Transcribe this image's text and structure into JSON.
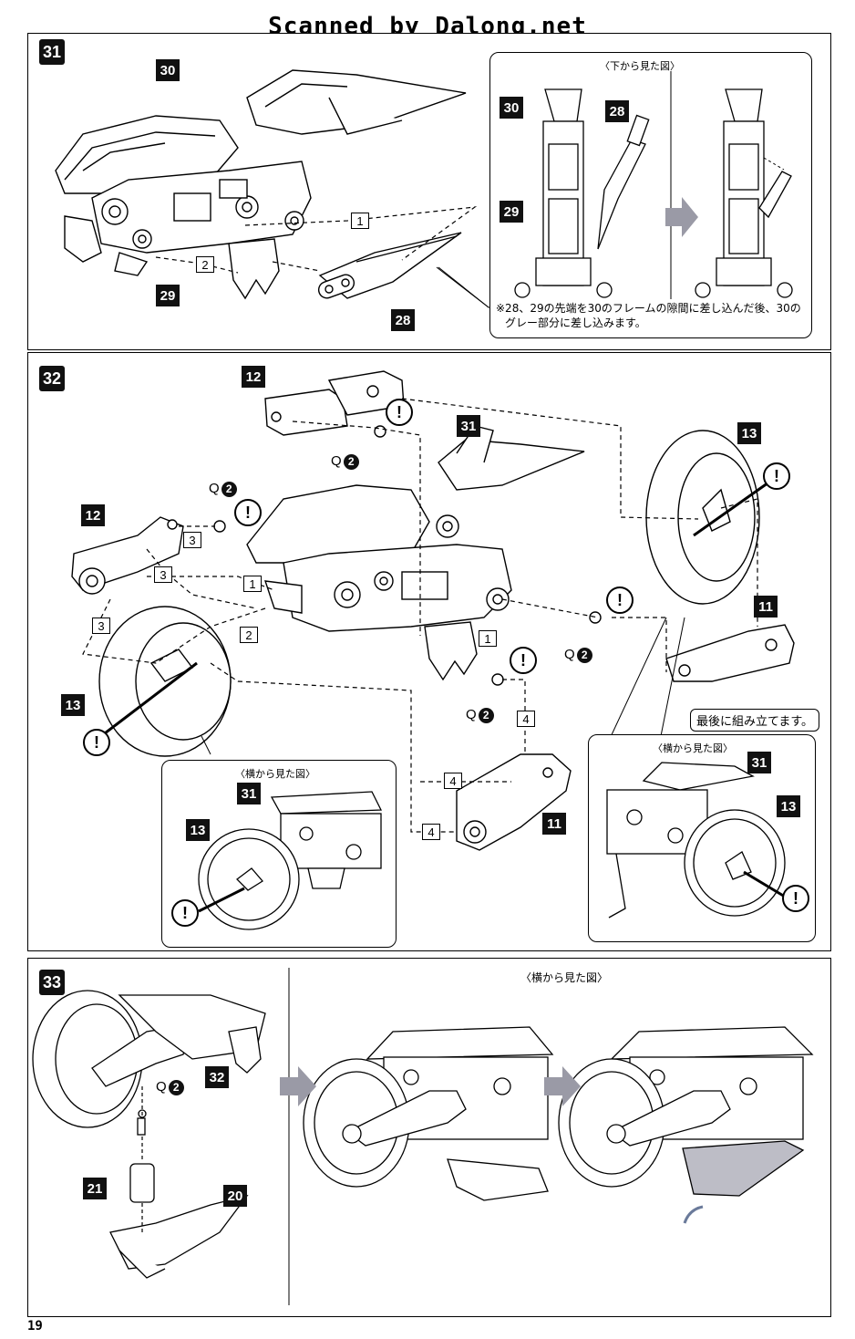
{
  "watermark": "Scanned by Dalong.net",
  "page_number": "19",
  "steps": {
    "s31": {
      "number": "31",
      "parts": {
        "p30": "30",
        "p29": "29",
        "p28": "28"
      },
      "boxes": {
        "b1": "1",
        "b2": "2"
      },
      "inset": {
        "caption": "〈下から見た図〉",
        "parts": {
          "p30": "30",
          "p28": "28",
          "p29": "29"
        },
        "note_line1": "※28、29の先端を30のフレームの隙間に差し込んだ後、30の",
        "note_line2": "グレー部分に差し込みます。"
      }
    },
    "s32": {
      "number": "32",
      "parts": {
        "p12a": "12",
        "p12b": "12",
        "p31": "31",
        "p13a": "13",
        "p13b": "13",
        "p11a": "11",
        "p11b": "11"
      },
      "q_label": "Q",
      "q_num": "2",
      "boxes": {
        "b3": "3",
        "b1": "1",
        "b2": "2",
        "b4": "4"
      },
      "excl": "!",
      "last_assemble": "最後に組み立てます。",
      "inset_left": {
        "caption": "〈横から見た図〉",
        "p31": "31",
        "p13": "13"
      },
      "inset_right": {
        "caption": "〈横から見た図〉",
        "p31": "31",
        "p13": "13"
      }
    },
    "s33": {
      "number": "33",
      "parts": {
        "p32": "32",
        "p21": "21",
        "p20": "20"
      },
      "q_label": "Q",
      "q_num": "2",
      "caption": "〈横から見た図〉"
    }
  }
}
